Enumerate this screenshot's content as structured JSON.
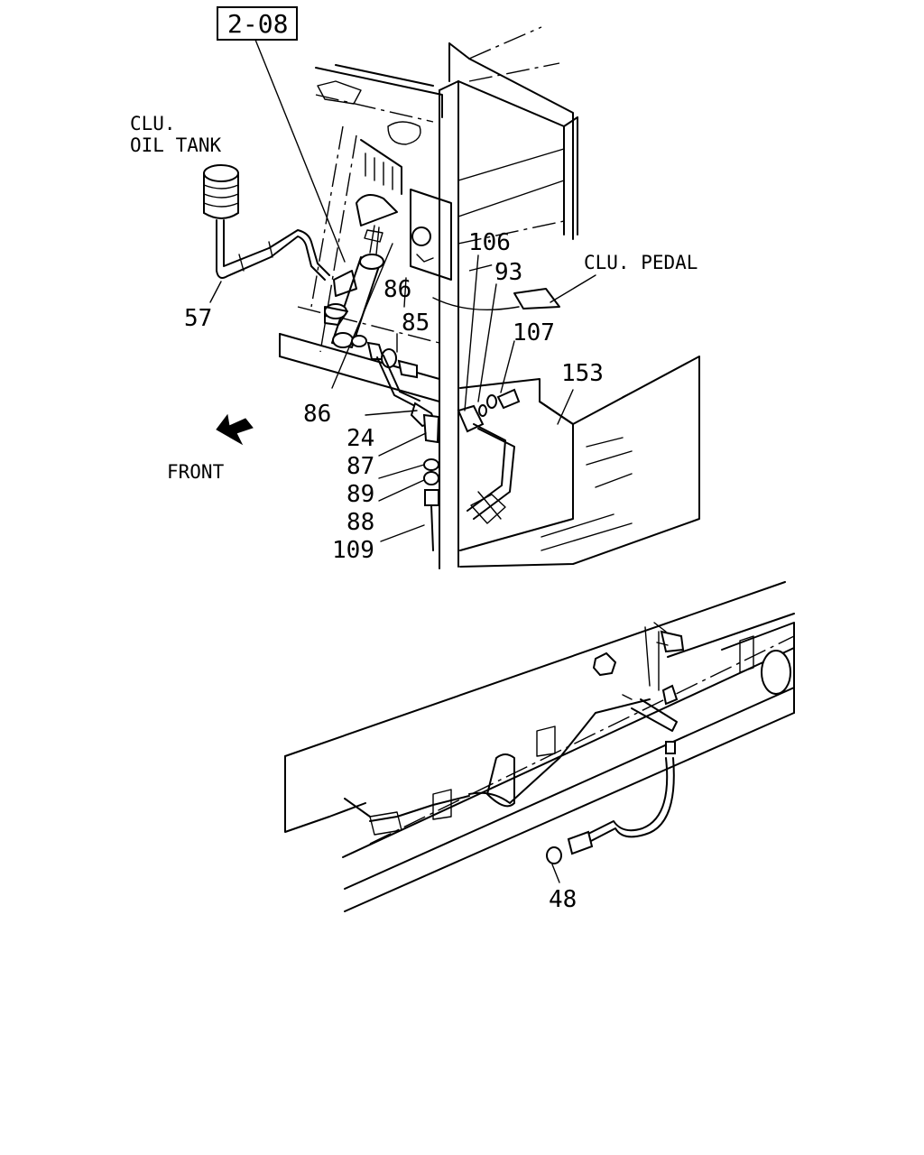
{
  "reference": "2-08",
  "callouts": {
    "oil_tank": [
      "CLU.",
      "OIL TANK"
    ],
    "pedal": "CLU. PEDAL",
    "front": "FRONT"
  },
  "parts": {
    "p57": "57",
    "p86a": "86",
    "p86b": "86",
    "p85": "85",
    "p24": "24",
    "p87": "87",
    "p89": "89",
    "p88": "88",
    "p109": "109",
    "p106": "106",
    "p93": "93",
    "p107": "107",
    "p153": "153",
    "p48": "48"
  }
}
